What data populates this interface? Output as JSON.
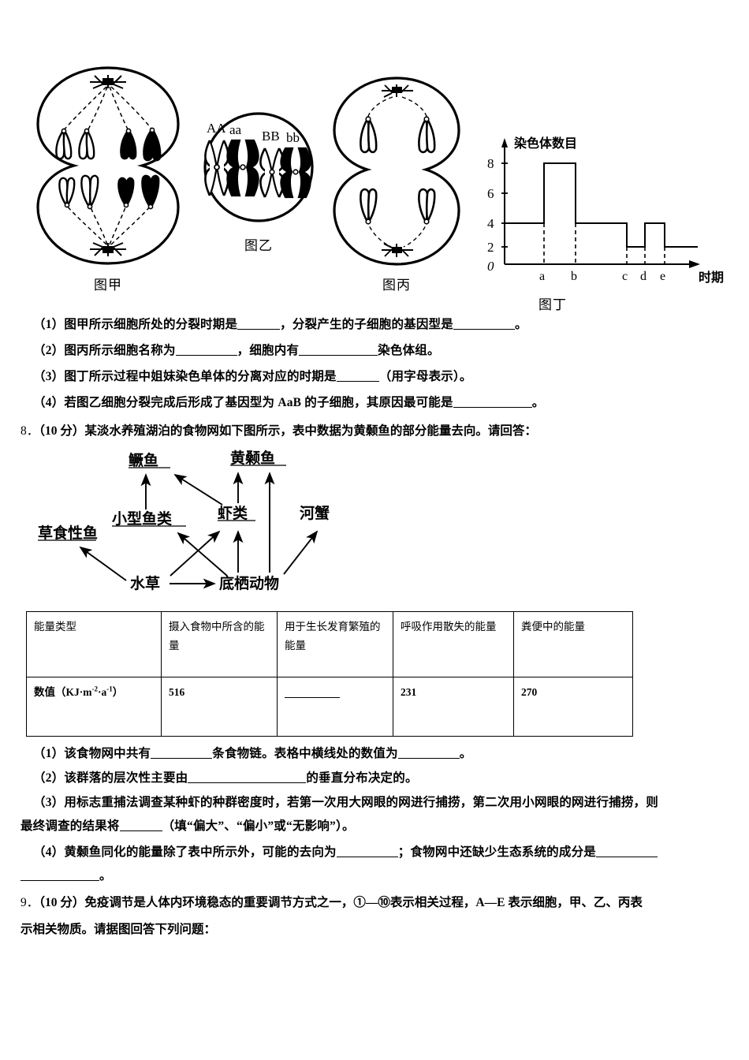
{
  "figures": {
    "cell_a": {
      "caption": "图甲"
    },
    "cell_b": {
      "caption": "图乙",
      "chromosome_labels": [
        "AA",
        "aa",
        "BB",
        "bb"
      ]
    },
    "cell_c": {
      "caption": "图丙"
    },
    "chart_caption": "图丁"
  },
  "chart_data": {
    "type": "line",
    "title": "图丁",
    "ylabel": "染色体数目",
    "xlabel": "时期",
    "y_ticks": [
      0,
      2,
      4,
      6,
      8
    ],
    "x_ticks": [
      "a",
      "b",
      "c",
      "d",
      "e"
    ],
    "ylim": [
      0,
      9
    ],
    "grid": false,
    "legend": "none",
    "origin_label": "0",
    "description": "染色体数目随时期变化的阶梯折线：起始为4，在a处升至8，b处降回4，c处降至2，d处升至4，e处降至2。",
    "steps": [
      {
        "from": "start",
        "to": "a",
        "value": 4
      },
      {
        "from": "a",
        "to": "b",
        "value": 8
      },
      {
        "from": "b",
        "to": "c",
        "value": 4
      },
      {
        "from": "c",
        "to": "d",
        "value": 2
      },
      {
        "from": "d",
        "to": "e",
        "value": 4
      },
      {
        "from": "e",
        "to": "end",
        "value": 2
      }
    ]
  },
  "q7": {
    "items": [
      {
        "prefix": "（1）图甲所示细胞所处的分裂时期是",
        "mid": "，分裂产生的子细胞的基因型是",
        "suffix": "。"
      },
      {
        "prefix": "（2）图丙所示细胞名称为",
        "mid": "，细胞内有",
        "suffix": "染色体组。"
      },
      {
        "prefix": "（3）图丁所示过程中姐妹染色单体的分离对应的时期是",
        "suffix": "（用字母表示）。"
      },
      {
        "prefix": "（4）若图乙细胞分裂完成后形成了基因型为 AaB 的子细胞，其原因最可能是",
        "suffix": "。"
      }
    ]
  },
  "q8": {
    "number": "8．",
    "score": "（10 分）",
    "stem": "某淡水养殖湖泊的食物网如下图所示，表中数据为黄颡鱼的部分能量去向。请回答：",
    "foodweb": {
      "nodes": [
        {
          "id": "guiyu",
          "label": "鳜鱼"
        },
        {
          "id": "huangsangyu",
          "label": "黄颡鱼"
        },
        {
          "id": "xiaoxingyulei",
          "label": "小型鱼类"
        },
        {
          "id": "xialei",
          "label": "虾类"
        },
        {
          "id": "hexie",
          "label": "河蟹"
        },
        {
          "id": "caoshixingyu",
          "label": "草食性鱼"
        },
        {
          "id": "shuicao",
          "label": "水草"
        },
        {
          "id": "dixidongwu",
          "label": "底栖动物"
        }
      ],
      "edges": [
        {
          "from": "xiaoxingyulei",
          "to": "guiyu"
        },
        {
          "from": "xialei",
          "to": "guiyu"
        },
        {
          "from": "xialei",
          "to": "huangsangyu"
        },
        {
          "from": "dixidongwu",
          "to": "huangsangyu"
        },
        {
          "from": "dixidongwu",
          "to": "xiaoxingyulei"
        },
        {
          "from": "dixidongwu",
          "to": "xialei"
        },
        {
          "from": "dixidongwu",
          "to": "hexie"
        },
        {
          "from": "shuicao",
          "to": "caoshixingyu"
        },
        {
          "from": "shuicao",
          "to": "xialei"
        },
        {
          "from": "shuicao",
          "to": "dixidongwu"
        }
      ]
    },
    "table": {
      "headers": [
        "能量类型",
        "摄入食物中所含的能量",
        "用于生长发育繁殖的能量",
        "呼吸作用散失的能量",
        "粪便中的能量"
      ],
      "row_label_main": "数值（KJ·m",
      "row_label_sup1": "-2",
      "row_label_mid": "·a",
      "row_label_sup2": "-1",
      "row_label_end": "）",
      "values": [
        "516",
        "",
        "231",
        "270"
      ]
    },
    "items": [
      {
        "prefix": "（1）该食物网中共有",
        "mid": "条食物链。表格中横线处的数值为",
        "suffix": "。"
      },
      {
        "prefix": "（2）该群落的层次性主要由",
        "suffix": "的垂直分布决定的。"
      },
      {
        "line1": "（3）用标志重捕法调查某种虾的种群密度时，若第一次用大网眼的网进行捕捞，第二次用小网眼的网进行捕捞，则",
        "line2_prefix": "最终调查的结果将",
        "line2_suffix": "（填“偏大”、“偏小”或“无影响”）。"
      },
      {
        "line1_prefix": "（4）黄颡鱼同化的能量除了表中所示外，可能的去向为",
        "line1_mid": "；食物网中还缺少生态系统的成分是",
        "line2_suffix": "。"
      }
    ]
  },
  "q9": {
    "number": "9．",
    "score": "（10 分）",
    "line1": "免疫调节是人体内环境稳态的重要调节方式之一，①—⑩表示相关过程，A—E 表示细胞，甲、乙、丙表",
    "line2": "示相关物质。请据图回答下列问题："
  }
}
